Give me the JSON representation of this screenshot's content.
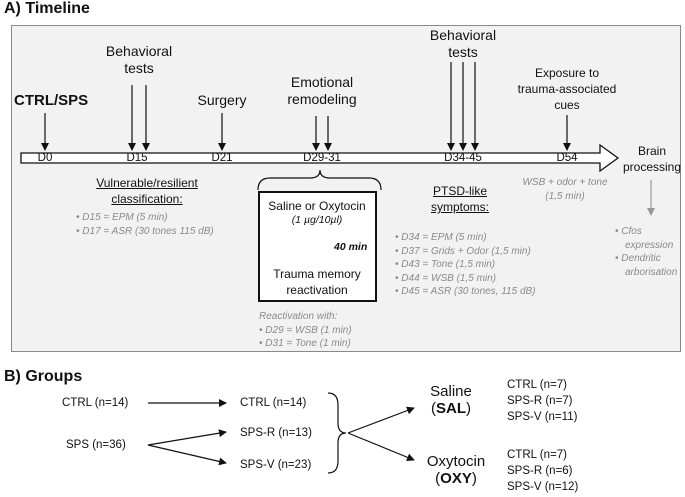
{
  "sectionA": {
    "title": "A) Timeline",
    "ctrl_sps": "CTRL/SPS",
    "top_labels": {
      "behavioral1_line1": "Behavioral",
      "behavioral1_line2": "tests",
      "surgery": "Surgery",
      "emotional_line1": "Emotional",
      "emotional_line2": "remodeling",
      "behavioral2_line1": "Behavioral",
      "behavioral2_line2": "tests",
      "exposure_line1": "Exposure to",
      "exposure_line2": "trauma-associated",
      "exposure_line3": "cues"
    },
    "days": [
      "D0",
      "D15",
      "D21",
      "D29-31",
      "D34-45",
      "D54"
    ],
    "brain_line1": "Brain",
    "brain_line2": "processing",
    "vulnerable_line1": "Vulnerable/resilient",
    "vulnerable_line2": "classification:",
    "vulnerable_items": [
      "D15 = EPM (5 min)",
      "D17 = ASR (30 tones 115 dB)"
    ],
    "box": {
      "line1": "Saline or Oxytocin",
      "line2": "(1 µg/10µl)",
      "duration": "40 min",
      "line3": "Trauma memory",
      "line4": "reactivation"
    },
    "reactivation_title": "Reactivation with:",
    "reactivation_items": [
      "D29 = WSB (1 min)",
      "D31 = Tone (1 min)"
    ],
    "ptsd_line1": "PTSD-like",
    "ptsd_line2": "symptoms:",
    "ptsd_items": [
      "D34 = EPM (5 min)",
      "D37 = Grids + Odor (1,5 min)",
      "D43 = Tone (1,5 min)",
      "D44 = WSB (1,5 min)",
      "D45 = ASR (30 tones, 115 dB)"
    ],
    "wsb_line1": "WSB + odor  + tone",
    "wsb_line2": "(1,5 min)",
    "brain_items": [
      "Cfos",
      "expression",
      "Dendritic",
      "arborisation"
    ]
  },
  "sectionB": {
    "title": "B) Groups",
    "left": [
      "CTRL (n=14)",
      "SPS (n=36)"
    ],
    "middle": [
      "CTRL (n=14)",
      "SPS-R (n=13)",
      "SPS-V (n=23)"
    ],
    "saline_name": "Saline",
    "saline_abbr": "SAL",
    "oxytocin_name": "Oxytocin",
    "oxytocin_abbr": "OXY",
    "saline_groups": [
      "CTRL (n=7)",
      "SPS-R (n=7)",
      "SPS-V (n=11)"
    ],
    "oxytocin_groups": [
      "CTRL (n=7)",
      "SPS-R (n=6)",
      "SPS-V (n=12)"
    ]
  }
}
